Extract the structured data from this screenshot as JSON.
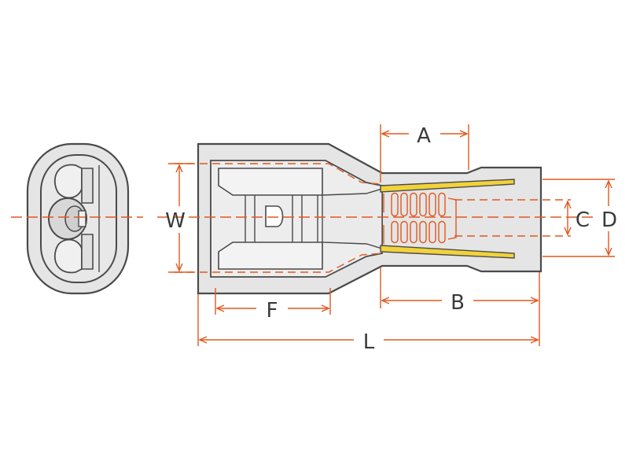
{
  "colors": {
    "outline": "#4a4a4a",
    "body_fill": "#e5e5e5",
    "dimension": "#e0581f",
    "hidden_line": "#e0581f",
    "metal_sleeve": "#f2d23a",
    "label_text": "#3a3a3a"
  },
  "icons": [
    "end-view-icon",
    "side-section-icon"
  ],
  "dimensions": {
    "a": "A",
    "b": "B",
    "c": "C",
    "d": "D",
    "f": "F",
    "l": "L",
    "w": "W"
  }
}
